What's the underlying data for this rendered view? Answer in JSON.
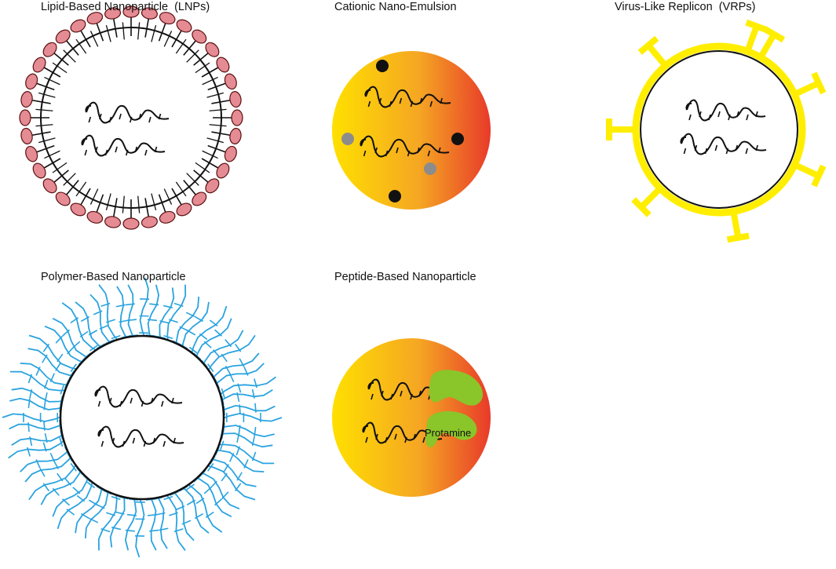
{
  "panels": {
    "lnp": {
      "title": "Lipid-Based Nanoparticle  (LNPs)"
    },
    "cne": {
      "title": "Cationic Nano-Emulsion"
    },
    "vrp": {
      "title": "Virus-Like Replicon  (VRPs)"
    },
    "poly": {
      "title": "Polymer-Based Nanoparticle"
    },
    "pep": {
      "title": "Peptide-Based Nanoparticle",
      "protamine_label": "Protamine"
    }
  },
  "colors": {
    "lipid_head": "#e58b93",
    "lipid_head_stroke": "#5a1010",
    "emulsion_gradient": [
      "#ffe000",
      "#f5a623",
      "#e83a2a"
    ],
    "vrp_yellow": "#ffee00",
    "polymer_blue": "#2aa3e0",
    "protamine_green": "#8ac52a",
    "dark_dot": "#111111",
    "grey_dot": "#8c8c8c",
    "rna_strand": "#111111"
  }
}
